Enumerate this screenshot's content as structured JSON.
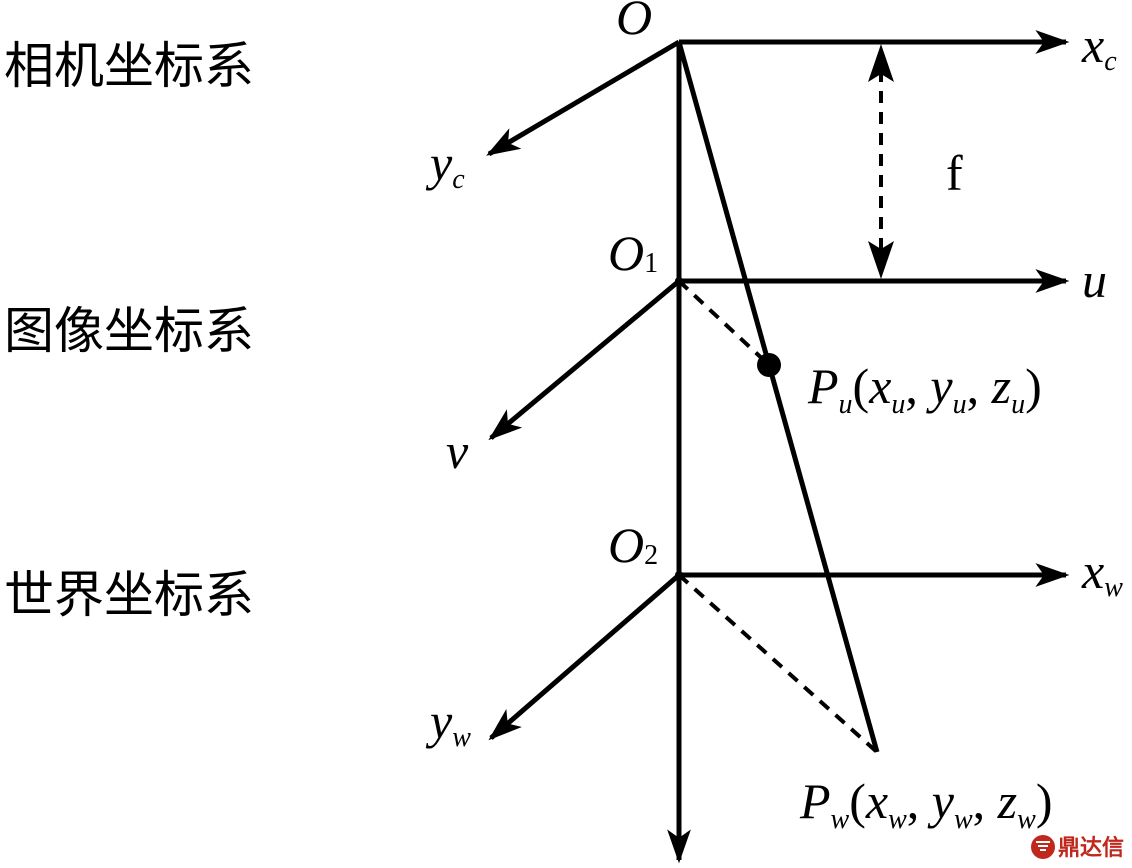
{
  "labels": {
    "camera_system": "相机坐标系",
    "image_system": "图像坐标系",
    "world_system": "世界坐标系",
    "origin_O": "O",
    "origin_O1_main": "O",
    "origin_O1_sub": "1",
    "origin_O2_main": "O",
    "origin_O2_sub": "2",
    "xc_main": "x",
    "xc_sub": "c",
    "yc_main": "y",
    "yc_sub": "c",
    "focal": "f",
    "u": "u",
    "v": "v",
    "xw_main": "x",
    "xw_sub": "w",
    "yw_main": "y",
    "yw_sub": "w",
    "pu": {
      "p": "P",
      "p_sub": "u",
      "open": "(",
      "x": "x",
      "x_sub": "u",
      "sep1": ", ",
      "y": "y",
      "y_sub": "u",
      "sep2": ", ",
      "z": "z",
      "z_sub": "u",
      "close": ")"
    },
    "pw": {
      "p": "P",
      "p_sub": "w",
      "open": "(",
      "x": "x",
      "x_sub": "w",
      "sep1": ", ",
      "y": "y",
      "y_sub": "w",
      "sep2": ", ",
      "z": "z",
      "z_sub": "w",
      "close": ")"
    }
  },
  "watermark": {
    "text": "鼎达信",
    "logo_color": "#c0281e"
  },
  "colors": {
    "stroke": "#000000",
    "background": "#ffffff"
  }
}
